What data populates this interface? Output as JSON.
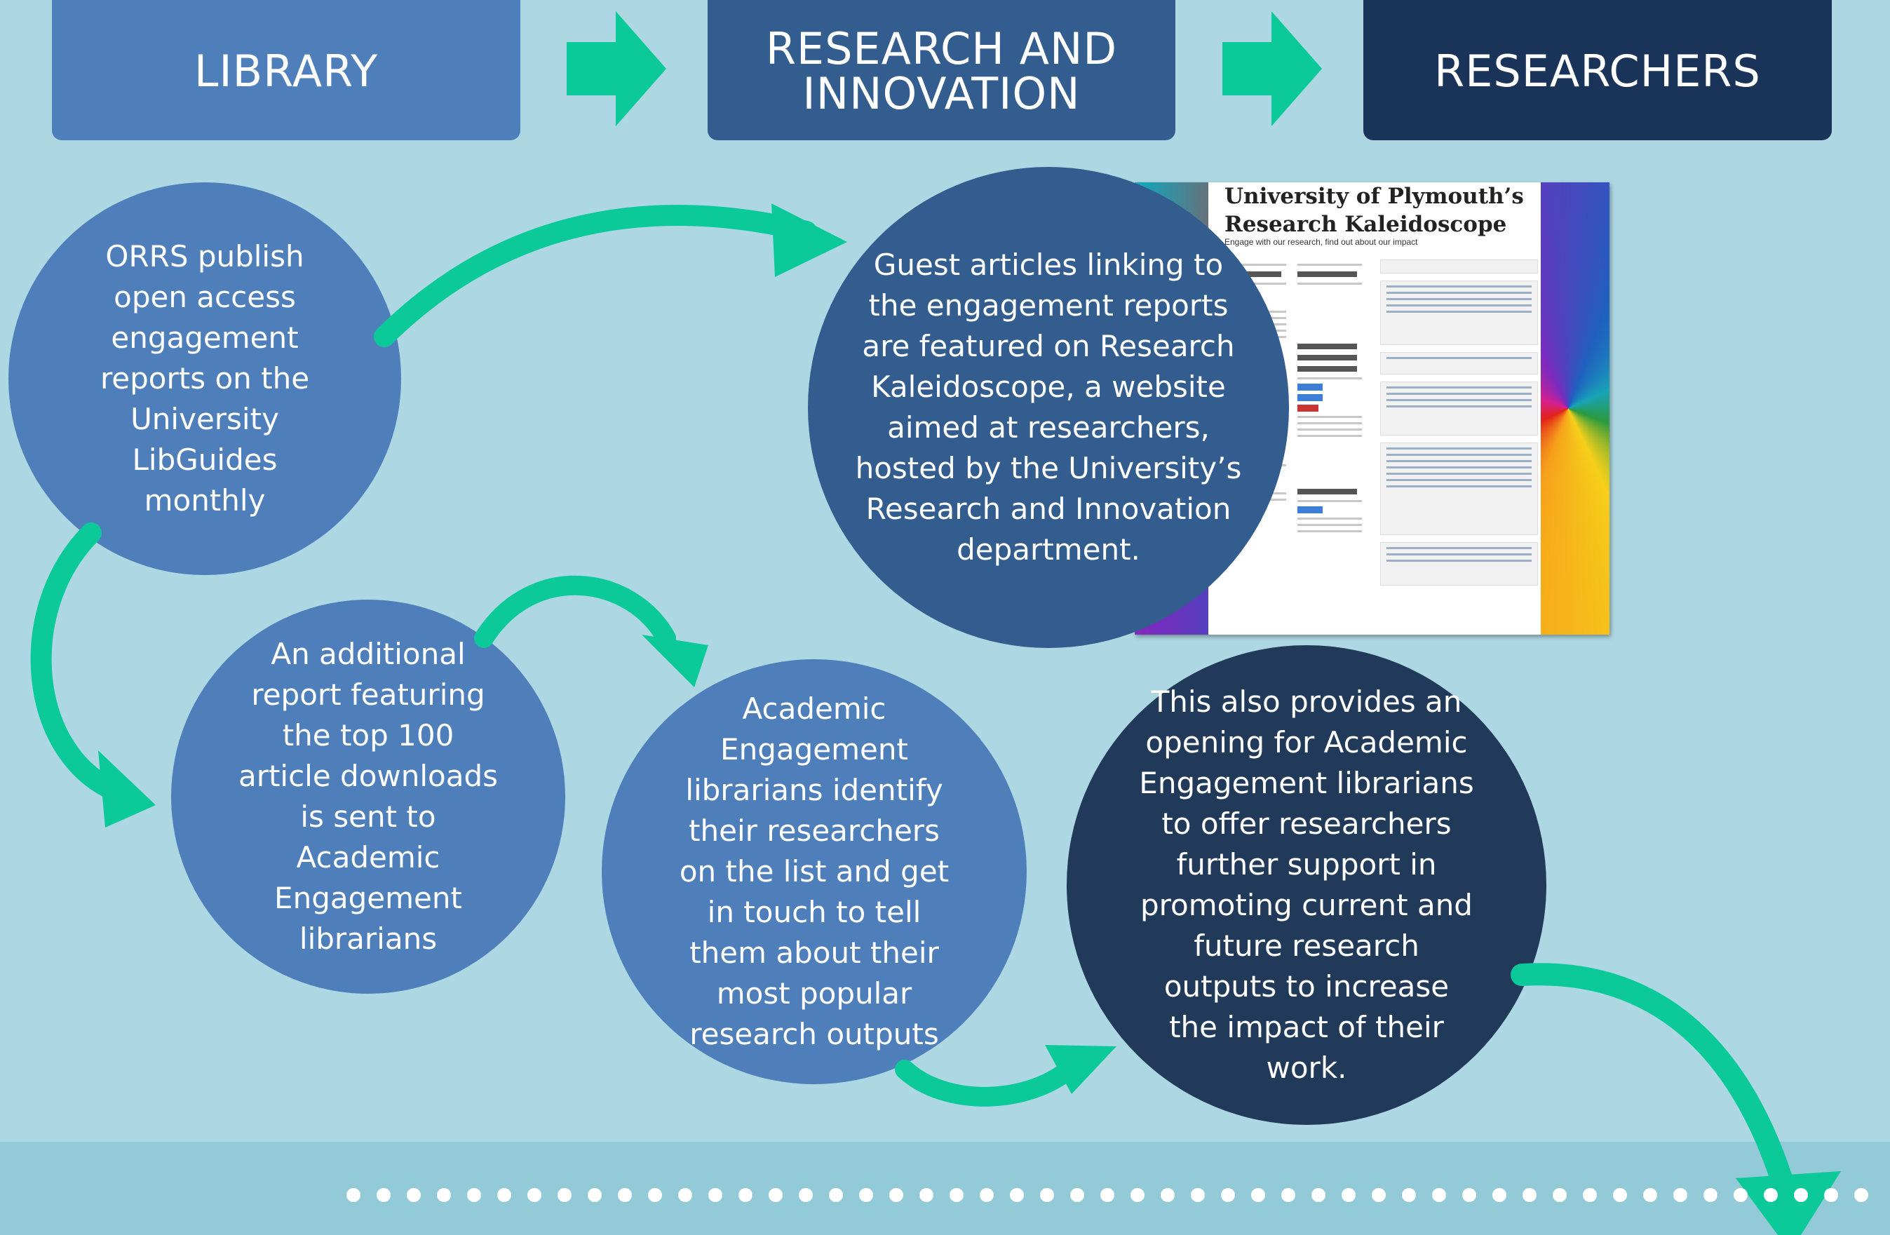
{
  "headers": {
    "library": "LIBRARY",
    "research_innovation": "RESEARCH AND\nINNOVATION",
    "researchers": "RESEARCHERS"
  },
  "steps": {
    "orrs": "ORRS publish open access engagement reports on the University LibGuides monthly",
    "top100": "An additional report featuring the top 100 article downloads is sent to Academic Engagement librarians",
    "identify": "Academic Engagement librarians identify their researchers on the list and get in touch to tell them about their most popular research outputs",
    "guest": "Guest articles linking to the engagement reports are featured on Research Kaleidoscope, a website aimed at researchers, hosted by the University’s Research and Innovation department.",
    "opening": "This also provides an opening for Academic Engagement librarians to offer researchers further support in promoting current and future research outputs to increase the impact of their work."
  },
  "website": {
    "title": "University of Plymouth’s Research Kaleidoscope",
    "subtitle": "Engage with our research, find out about our impact"
  },
  "colors": {
    "background": "#add8e3",
    "arrow": "#0cc99a",
    "library_box": "#4f7fba",
    "research_box": "#335d8f",
    "researchers_box": "#1a3358"
  }
}
